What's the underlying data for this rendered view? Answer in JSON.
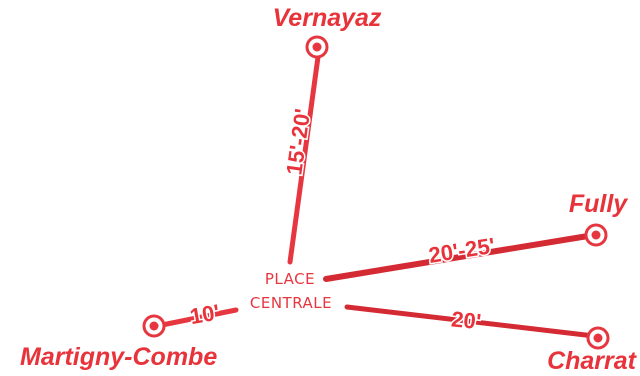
{
  "map": {
    "center": {
      "line1": "PLACE",
      "line2": "CENTRALE"
    },
    "destinations": [
      {
        "name": "Vernayaz",
        "time": "15'-20'"
      },
      {
        "name": "Fully",
        "time": "20'-25'"
      },
      {
        "name": "Charrat",
        "time": "20'"
      },
      {
        "name": "Martigny-Combe",
        "time": "10'"
      }
    ],
    "colors": {
      "route": "#e63740",
      "route_dark": "#d42a33",
      "label": "#e8333b",
      "center_text": "#e63740",
      "background": "#ffffff"
    },
    "icons": {
      "stop": "bullseye-icon"
    }
  }
}
